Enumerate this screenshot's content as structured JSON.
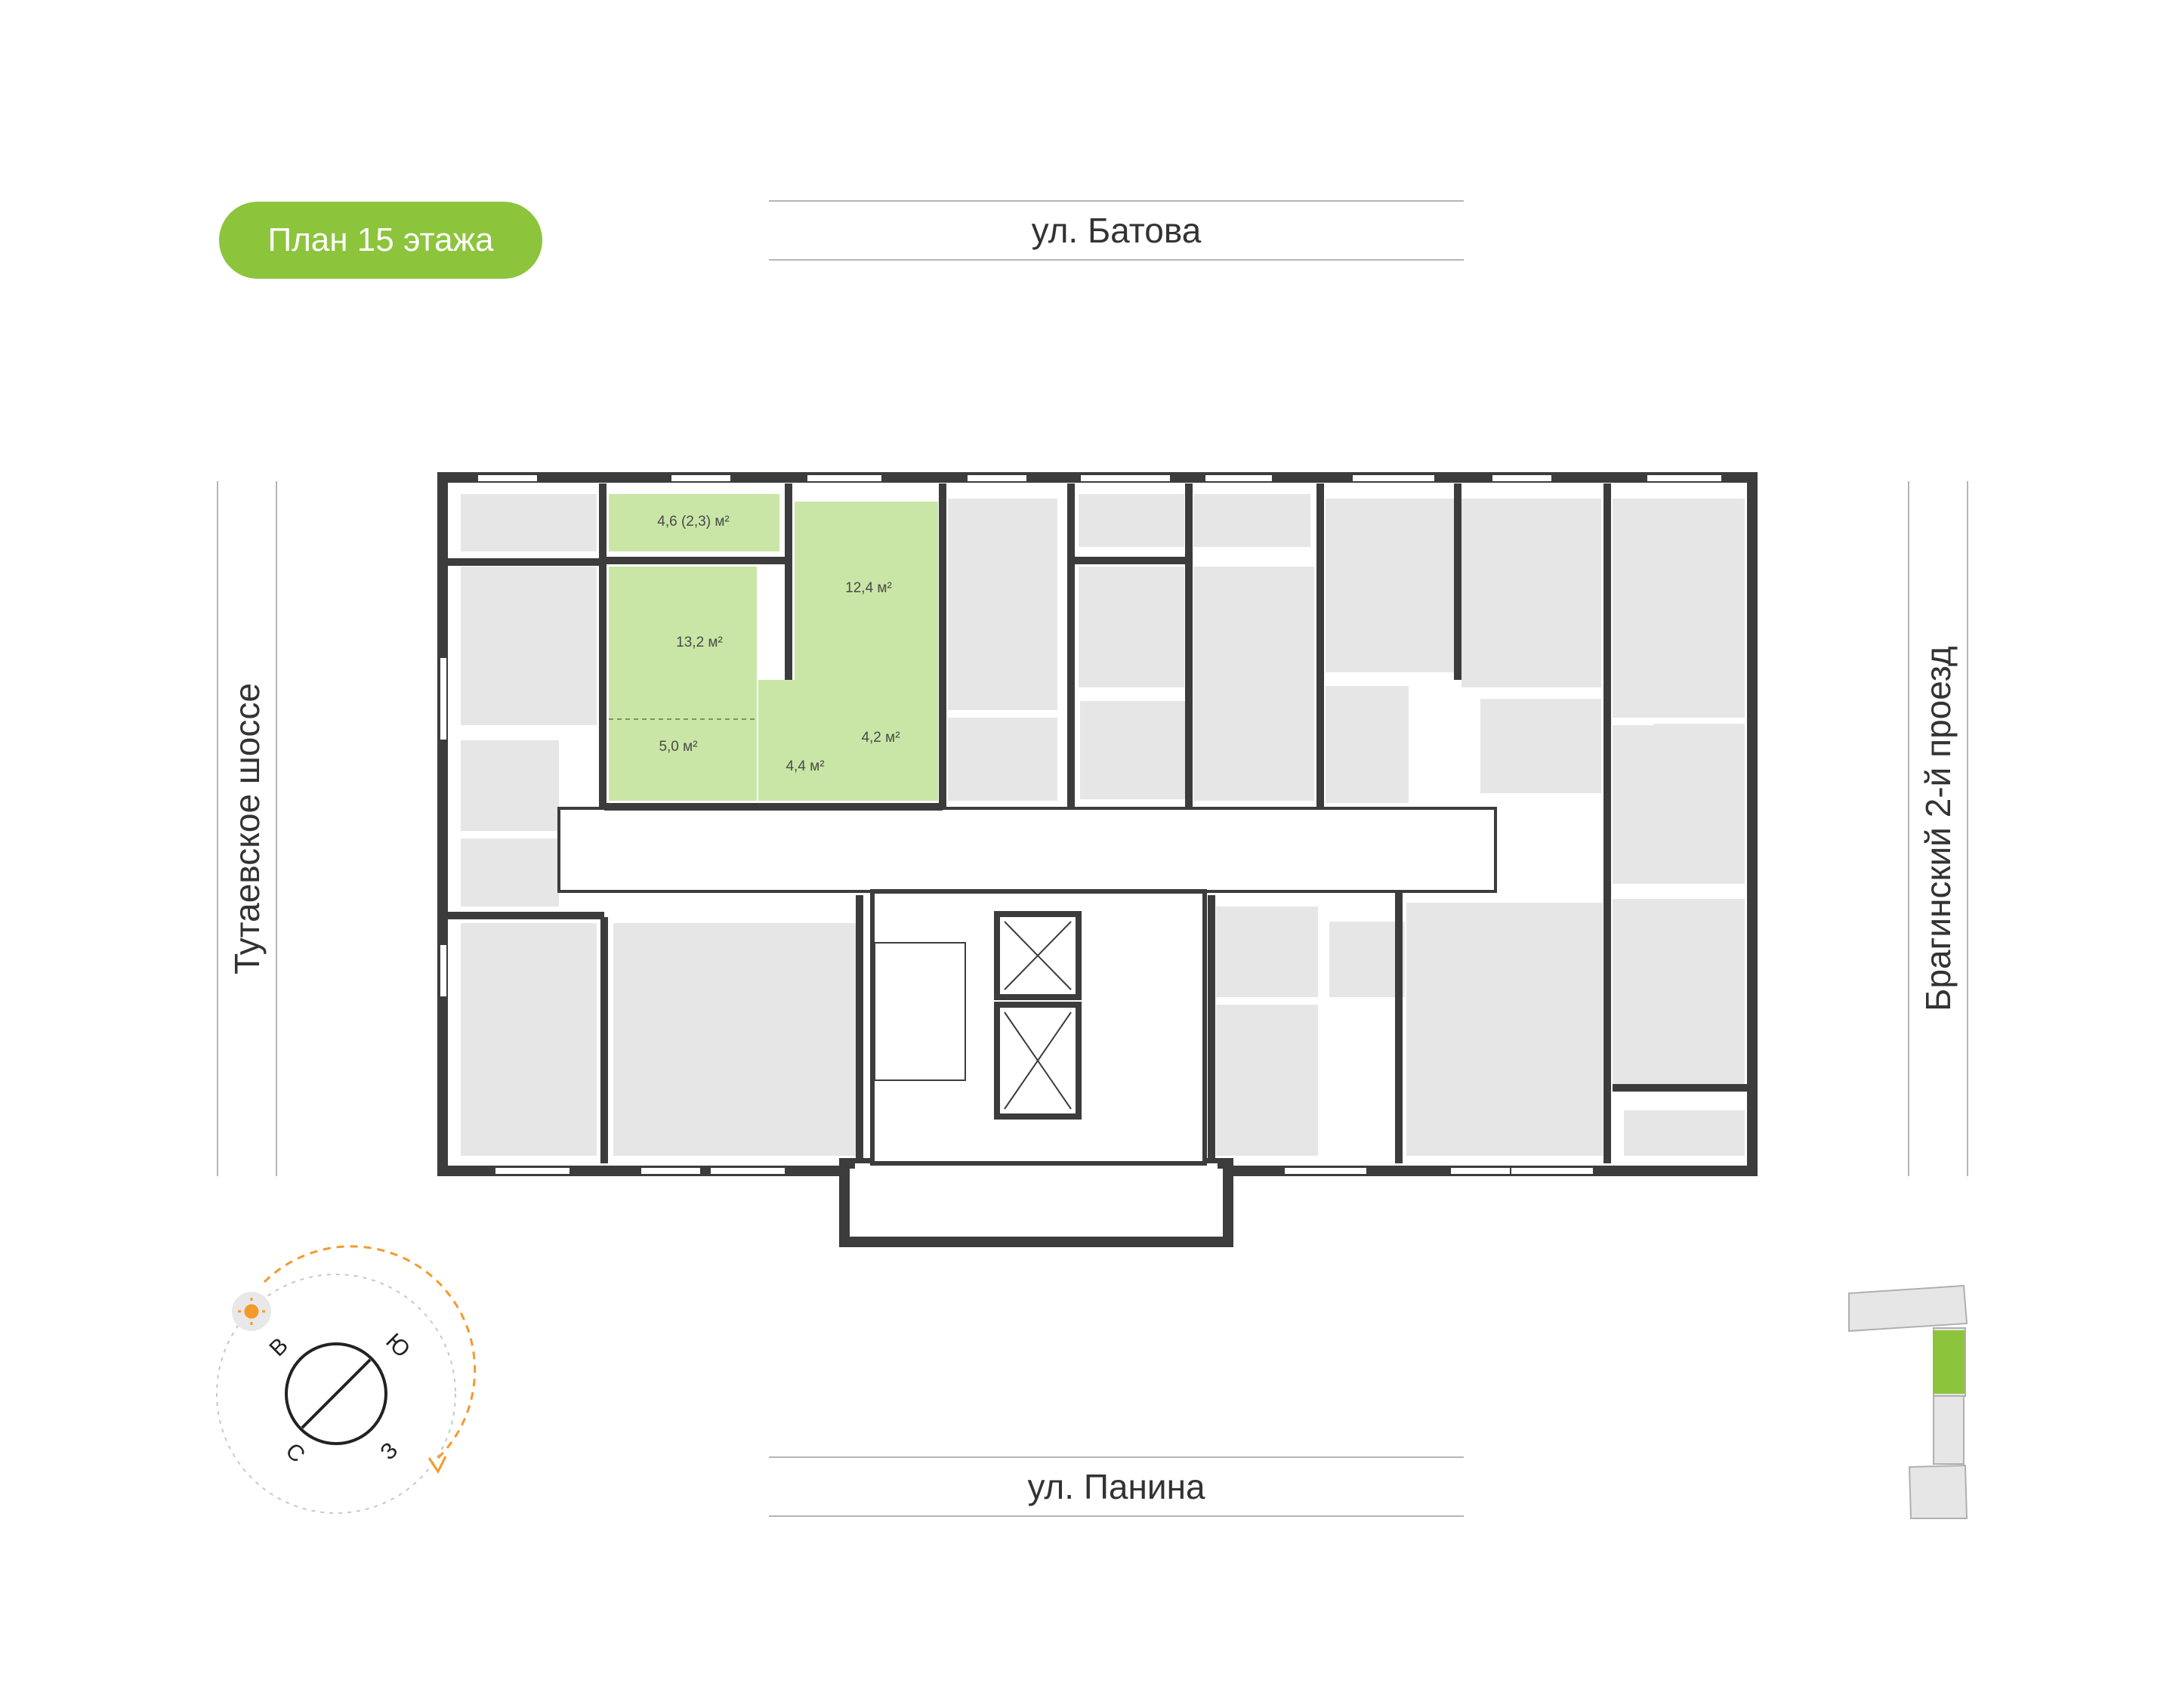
{
  "floor_label": "План 15 этажа",
  "streets": {
    "north": "ул. Батова",
    "south": "ул. Панина",
    "west": "Тутаевское шоссе",
    "east": "Брагинский 2-й проезд"
  },
  "highlighted_unit": {
    "rooms": [
      {
        "id": "balcony",
        "area": "4,6 (2,3) м²"
      },
      {
        "id": "room-1",
        "area": "13,2 м²"
      },
      {
        "id": "room-2",
        "area": "12,4 м²"
      },
      {
        "id": "kitchen",
        "area": "5,0 м²"
      },
      {
        "id": "hall",
        "area": "4,4 м²"
      },
      {
        "id": "bathroom",
        "area": "4,2 м²"
      }
    ]
  },
  "compass": {
    "north": "С",
    "east": "В",
    "south": "Ю",
    "west": "З"
  },
  "colors": {
    "accent": "#8cc43c",
    "highlight_fill": "#c9e6a6",
    "room_fill": "#e6e6e6",
    "wall": "#3c3c3c",
    "sun": "#f39a2b"
  }
}
